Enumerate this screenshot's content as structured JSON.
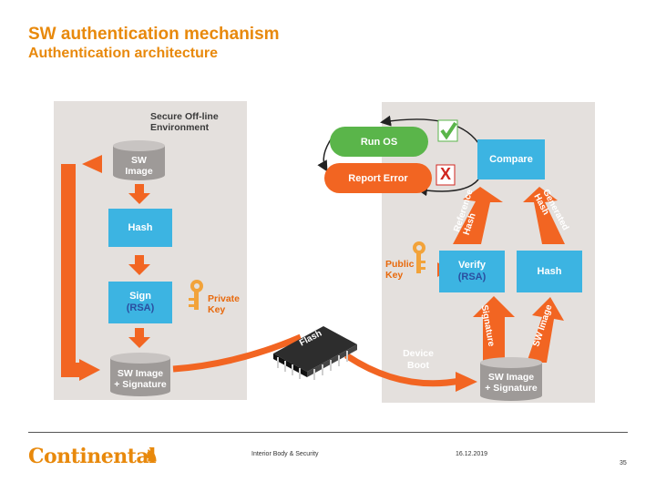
{
  "title": "SW authentication mechanism",
  "subtitle": "Authentication architecture",
  "left": {
    "header": "Secure Off-line\nEnvironment",
    "sw_image": "SW\nImage",
    "hash": "Hash",
    "sign": "Sign",
    "sign_rsa": "(RSA)",
    "private_key": "Private\nKey",
    "sw_image_sig": "SW Image\n+ Signature"
  },
  "chip_label": "Flash",
  "right": {
    "run_os": "Run OS",
    "report_error": "Report Error",
    "error_mark": "X",
    "compare": "Compare",
    "reference_hash": "Reference\nHash",
    "generated_hash": "Generated\nHash",
    "public_key": "Public\nKey",
    "verify": "Verify",
    "verify_rsa": "(RSA)",
    "hash": "Hash",
    "signature": "Signature",
    "sw_image": "SW Image",
    "device_boot": "Device\nBoot",
    "sw_image_sig": "SW Image\n+ Signature"
  },
  "footer": {
    "logo": "Continental",
    "division": "Interior Body & Security",
    "date": "16.12.2019",
    "page": "35"
  },
  "colors": {
    "accent": "#e8890c",
    "blue": "#3cb4e2",
    "arrow": "#f26522",
    "green": "#5ab54a",
    "cylinder": "#9e9a98"
  }
}
